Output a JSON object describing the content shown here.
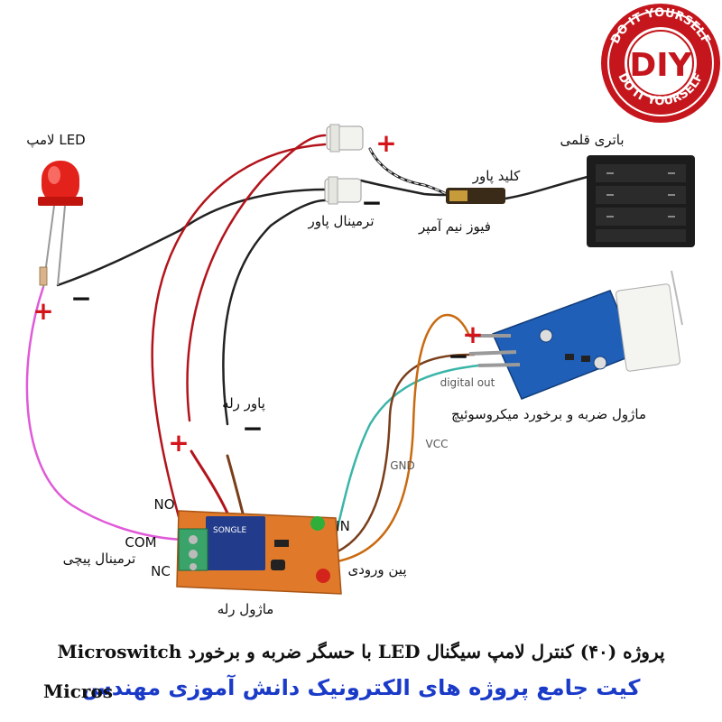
{
  "logo": {
    "text": "DIY",
    "ring_text": "DO IT YOURSELF"
  },
  "labels": {
    "led_lamp": "لامپ LED",
    "battery": "باتری قلمی",
    "power_switch": "کلید پاور",
    "fuse": "فیوز نیم آمپر",
    "power_terminal": "ترمینال پاور",
    "relay_power": "پاور رله",
    "microswitch_module": "ماژول ضربه و برخورد میکروسوئیچ",
    "digital_out": "digital out",
    "vcc": "VCC",
    "gnd": "GND",
    "no": "NO",
    "com": "COM",
    "nc": "NC",
    "in": "IN",
    "screw_terminal": "ترمینال پیچی",
    "input_pin": "پین ورودی",
    "relay_module": "ماژول رله",
    "plus": "+",
    "minus": "−"
  },
  "captions": {
    "title": "پروژه (۴۰) کنترل لامپ سیگنال LED با حسگر ضربه و برخورد Microswitch",
    "subtitle": "کیت جامع پروژه های الکترونیک دانش آموزی مهندس",
    "overlay": "Micros"
  },
  "colors": {
    "wire_red": "#b3141b",
    "wire_black": "#222222",
    "wire_magenta": "#e05ad8",
    "wire_teal": "#3ab5a8",
    "wire_brown": "#7a3e1a",
    "wire_orange": "#c96a10",
    "pcb_orange": "#e07a2a",
    "pcb_blue": "#1f5fb8",
    "logo_red": "#c4161c",
    "sign_red": "#d4141b"
  }
}
